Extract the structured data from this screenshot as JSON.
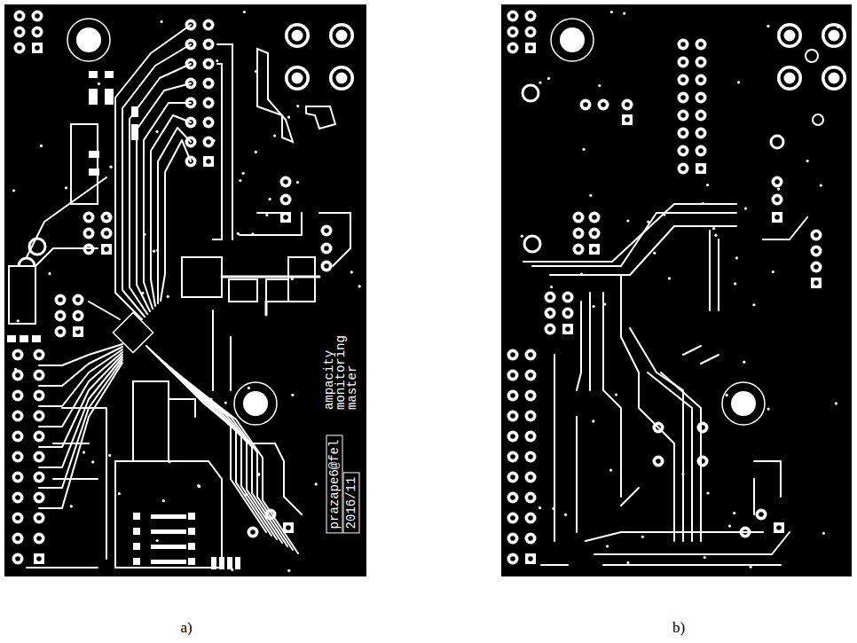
{
  "diagram": {
    "labels": [
      "ampacity monitoring master",
      "prazape6@fel",
      "2016/11",
      "a)",
      "b)"
    ]
  }
}
